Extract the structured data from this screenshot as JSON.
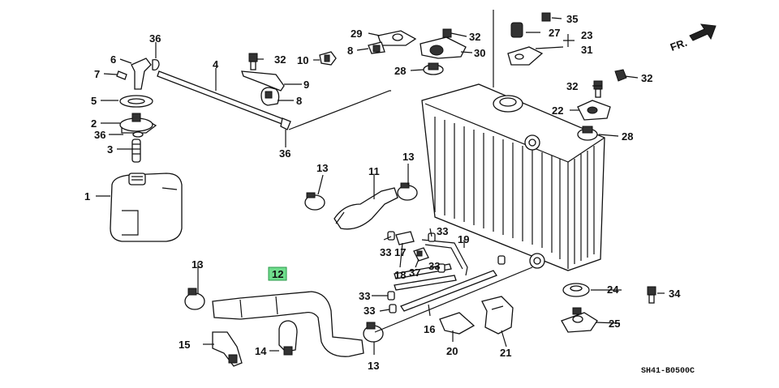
{
  "diagram": {
    "code": "SH41-B0500C",
    "direction_label": "FR.",
    "highlighted_part": "12",
    "callouts": {
      "c1": "1",
      "c2": "2",
      "c3": "3",
      "c4": "4",
      "c5": "5",
      "c6": "6",
      "c7": "7",
      "c8a": "8",
      "c8b": "8",
      "c9": "9",
      "c10": "10",
      "c11": "11",
      "c12": "12",
      "c13a": "13",
      "c13b": "13",
      "c13c": "13",
      "c13d": "13",
      "c14": "14",
      "c15": "15",
      "c16": "16",
      "c17": "17",
      "c18": "18",
      "c19": "19",
      "c20": "20",
      "c21": "21",
      "c22": "22",
      "c23": "23",
      "c24": "24",
      "c25": "25",
      "c27": "27",
      "c28a": "28",
      "c28b": "28",
      "c29": "29",
      "c30": "30",
      "c31": "31",
      "c32a": "32",
      "c32b": "32",
      "c32c": "32",
      "c32d": "32",
      "c33a": "33",
      "c33b": "33",
      "c33c": "33",
      "c33d": "33",
      "c33e": "33",
      "c34": "34",
      "c35": "35",
      "c36a": "36",
      "c36b": "36",
      "c36c": "36",
      "c37": "37"
    }
  }
}
